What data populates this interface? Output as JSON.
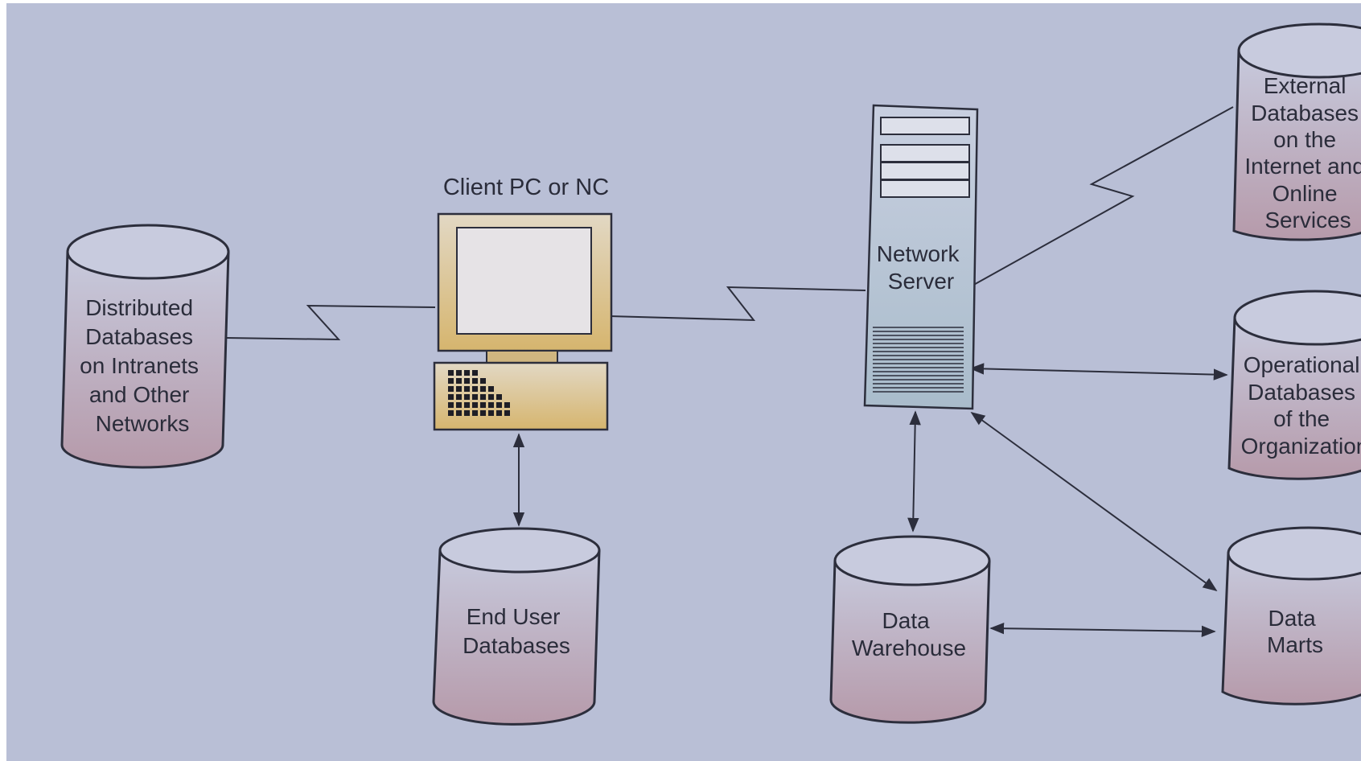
{
  "colors": {
    "background": "#b9bfd6",
    "line": "#2c2e3c",
    "db_fill_top": "#c7cadd",
    "db_fill_bottom": "#b69aaa",
    "monitor_fill": "#d6b56e",
    "server_fill": "#a9bccb"
  },
  "client": {
    "title": "Client PC or NC",
    "icon": "desktop-computer-icon"
  },
  "server": {
    "lines": [
      "Network",
      "Server"
    ],
    "icon": "server-tower-icon"
  },
  "databases": {
    "distributed": {
      "lines": [
        "Distributed",
        "Databases",
        "on Intranets",
        "and Other",
        "Networks"
      ]
    },
    "end_user": {
      "lines": [
        "End User",
        "Databases"
      ]
    },
    "external": {
      "lines": [
        "External",
        "Databases",
        "on the",
        "Internet and",
        "Online",
        "Services"
      ]
    },
    "operational": {
      "lines": [
        "Operational",
        "Databases",
        "of the",
        "Organization"
      ]
    },
    "warehouse": {
      "lines": [
        "Data",
        "Warehouse"
      ]
    },
    "marts": {
      "lines": [
        "Data",
        "Marts"
      ]
    }
  },
  "connections": [
    {
      "from": "distributed",
      "to": "client",
      "style": "network-link"
    },
    {
      "from": "client",
      "to": "server",
      "style": "network-link"
    },
    {
      "from": "server",
      "to": "external",
      "style": "network-link"
    },
    {
      "from": "client",
      "to": "end_user",
      "style": "bidirectional-arrow"
    },
    {
      "from": "server",
      "to": "operational",
      "style": "bidirectional-arrow"
    },
    {
      "from": "server",
      "to": "warehouse",
      "style": "bidirectional-arrow"
    },
    {
      "from": "server",
      "to": "marts",
      "style": "bidirectional-arrow"
    },
    {
      "from": "warehouse",
      "to": "marts",
      "style": "bidirectional-arrow"
    }
  ]
}
